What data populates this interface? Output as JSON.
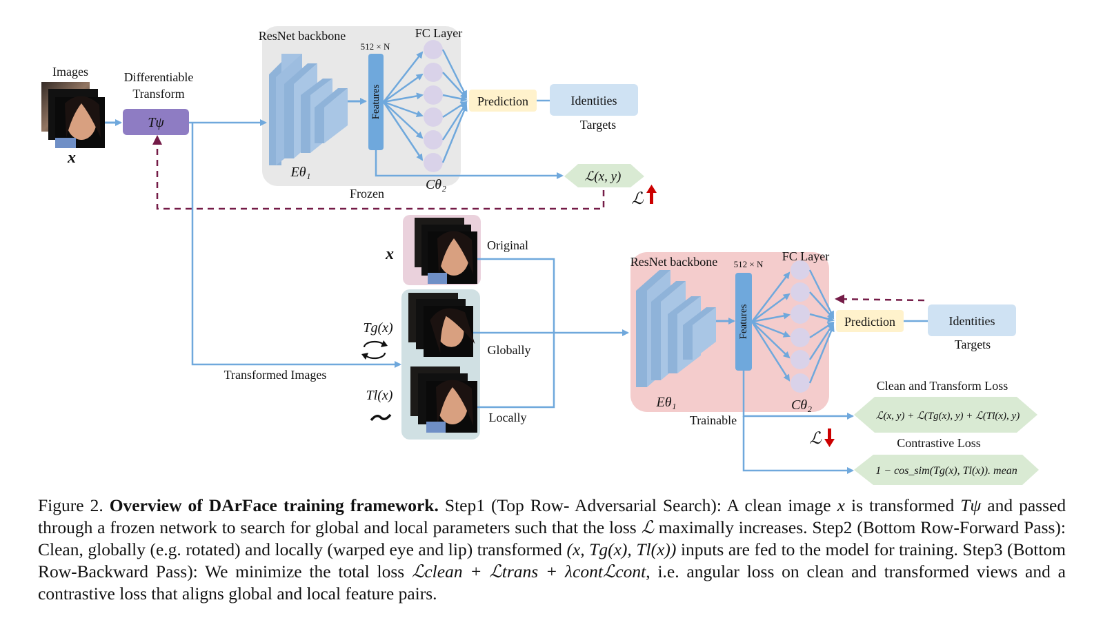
{
  "diagram": {
    "top": {
      "images_label": "Images",
      "x_label": "x",
      "transform_label_line1": "Differentiable",
      "transform_label_line2": "Transform",
      "transform_box": "Tψ",
      "backbone_label": "ResNet backbone",
      "dim_label": "512 × N",
      "fc_label": "FC Layer",
      "features_label": "Features",
      "prediction_label": "Prediction",
      "identities_label": "Identities",
      "targets_label": "Targets",
      "encoder_label": "Eθ₁",
      "classifier_label": "Cθ₂",
      "frozen_label": "Frozen",
      "loss_label": "ℒ(x, y)",
      "loss_up_label": "ℒ"
    },
    "middle": {
      "x_label": "x",
      "original_label": "Original",
      "tg_label": "Tg(x)",
      "globally_label": "Globally",
      "tl_label": "Tl(x)",
      "locally_label": "Locally",
      "transformed_images_label": "Transformed Images"
    },
    "bottom": {
      "backbone_label": "ResNet backbone",
      "dim_label": "512 × N",
      "fc_label": "FC Layer",
      "features_label": "Features",
      "prediction_label": "Prediction",
      "identities_label": "Identities",
      "targets_label": "Targets",
      "encoder_label": "Eθ₁",
      "classifier_label": "Cθ₂",
      "trainable_label": "Trainable",
      "clean_transform_loss_label": "Clean and Transform Loss",
      "clean_transform_loss_formula": "ℒ(x, y) + ℒ(Tg(x), y) + ℒ(Tl(x), y)",
      "contrastive_loss_label": "Contrastive Loss",
      "contrastive_loss_formula": "1 − cos_sim(Tg(x), Tl(x)). mean",
      "loss_down_label": "ℒ"
    },
    "colors": {
      "arrow": "#6fa8dc",
      "backbone_top": "#d9d9d9",
      "backbone_bottom": "#f4cccc",
      "transform_box": "#8e7cc3",
      "prediction": "#fff2cc",
      "identities": "#cfe2f3",
      "loss_hex": "#d9ead3",
      "dashed": "#741b47",
      "red_arrow": "#cc0000"
    }
  },
  "caption": {
    "figure_number": "Figure 2.",
    "title": "Overview of DArFace training framework.",
    "body_part1": "Step1 (Top Row- Adversarial Search): A clean image",
    "x": "x",
    "body_part2": "is transformed",
    "t_psi": "Tψ",
    "body_part3": "and passed through a frozen network to search for global and local parameters such that the loss",
    "L": "ℒ",
    "body_part4": "maximally increases. Step2 (Bottom Row-Forward Pass): Clean, globally (e.g. rotated) and locally (warped eye and lip) transformed",
    "inputs_math": "(x, Tg(x), Tl(x))",
    "body_part5": "inputs are fed to the model for training. Step3 (Bottom Row-Backward Pass): We minimize the total loss",
    "total_loss_math": "ℒclean + ℒtrans + λcontℒcont",
    "body_part6": ", i.e. angular loss on clean and transformed views and a contrastive loss that aligns global and local feature pairs."
  }
}
